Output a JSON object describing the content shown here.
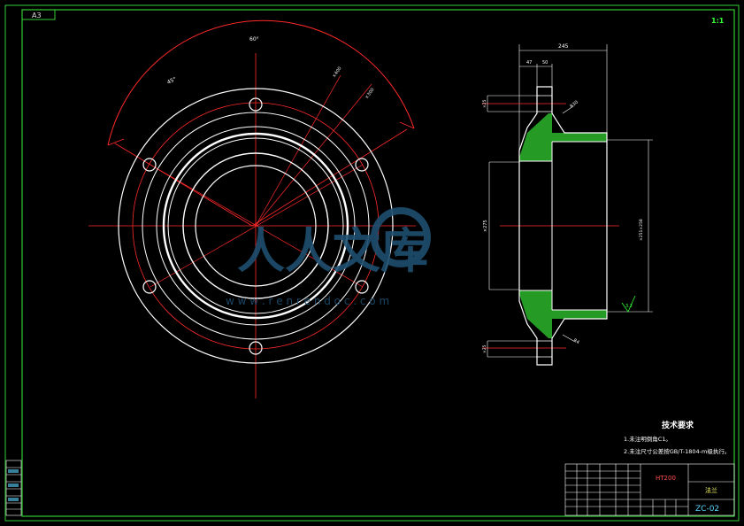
{
  "sheet": {
    "corner_tag": "A3",
    "top_right_tag": "1:1",
    "drawing_code": "ZC-02",
    "material": "HT200",
    "part_name": "法兰"
  },
  "tech_requirements": {
    "title": "技术要求",
    "items": [
      "1.未注明倒角C1。",
      "2.未注尺寸公差按GB/T-1804-m级执行。"
    ]
  },
  "front_view_dims": {
    "angle_label": "60°",
    "arc_label": "45°",
    "dia_outer": "×400",
    "dia_bolt": "×300"
  },
  "section_view_dims": {
    "total_length": "245",
    "len_a": "47",
    "len_b": "50",
    "hole_top": "×25",
    "radius": "R30",
    "left_dia": "×275",
    "right_dia": "×251×258",
    "hole_bottom": "×25",
    "chamfer": "R4",
    "roughness": "3.2"
  },
  "watermark": {
    "brand": "人人文库",
    "url": "w w w . r e n r e n d o c . c o m"
  },
  "colors": {
    "line": "#ffffff",
    "center": "#ff2a2a",
    "frame": "#33cc33",
    "hatch": "#2bb52b",
    "text_yellow": "#ffff66",
    "title_red": "#ff4d4d",
    "dim_cyan": "#5ad6ff",
    "watermark": "#1e4f70"
  }
}
